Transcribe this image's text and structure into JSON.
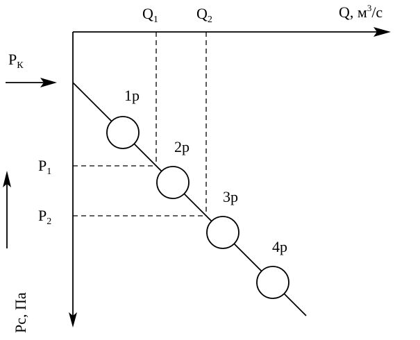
{
  "axes": {
    "q_letter": "Q",
    "q_unit_prefix": ", м",
    "q_unit_exp": "3",
    "q_unit_suffix": "/с",
    "pc_label": "Pc, Па",
    "pk_letter": "P",
    "pk_subscript": "К"
  },
  "ticks": {
    "q1_letter": "Q",
    "q1_sub": "1",
    "q2_letter": "Q",
    "q2_sub": "2",
    "p1_letter": "P",
    "p1_sub": "1",
    "p2_letter": "P",
    "p2_sub": "2"
  },
  "circles": [
    {
      "label": "1р"
    },
    {
      "label": "2р"
    },
    {
      "label": "3р"
    },
    {
      "label": "4р"
    }
  ],
  "colors": {
    "ink": "#000000",
    "background": "#ffffff"
  }
}
